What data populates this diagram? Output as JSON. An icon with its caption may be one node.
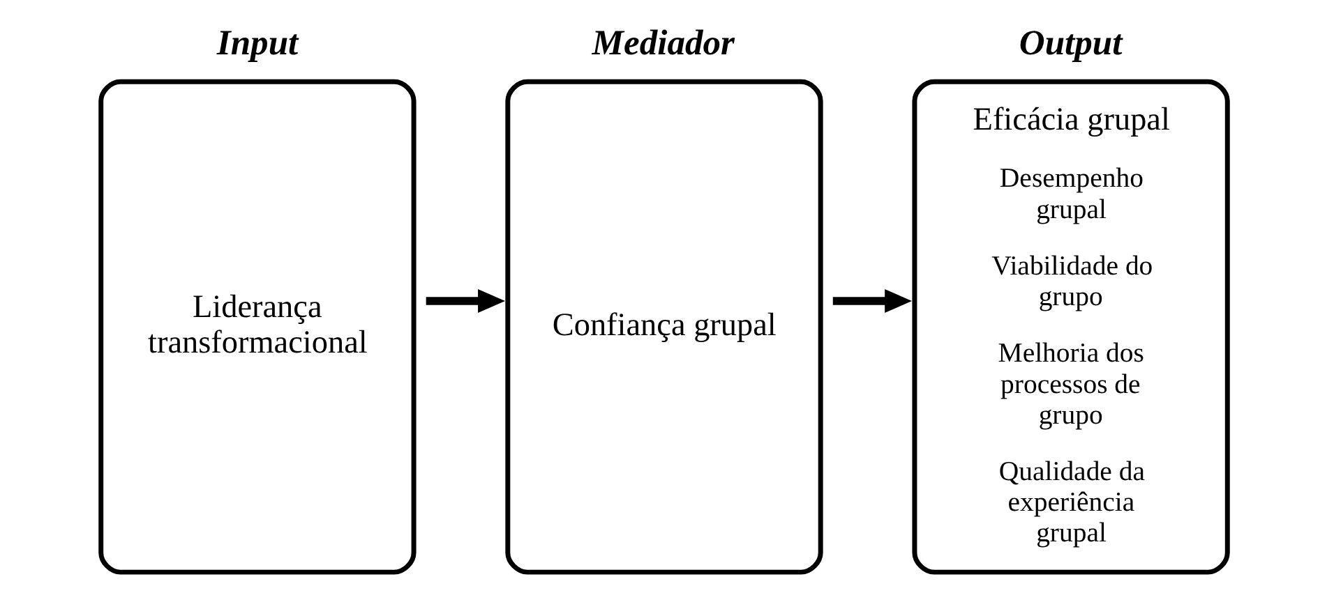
{
  "diagram": {
    "nodes": [
      {
        "text": [
          "Input",
          "Liderança transformacional"
        ]
      },
      {
        "text": [
          "Mediador",
          "Confiança grupal"
        ]
      },
      {
        "text": [
          "Output",
          "Eficácia grupal",
          "Desempenho grupal",
          "Viabilidade do grupo",
          "Melhoria dos processos de grupo",
          "Qualidade da experiência grupal"
        ]
      }
    ],
    "edges": [
      {
        "from": 0,
        "to": 1,
        "arrow": "to"
      },
      {
        "from": 1,
        "to": 2,
        "arrow": "to"
      }
    ]
  }
}
